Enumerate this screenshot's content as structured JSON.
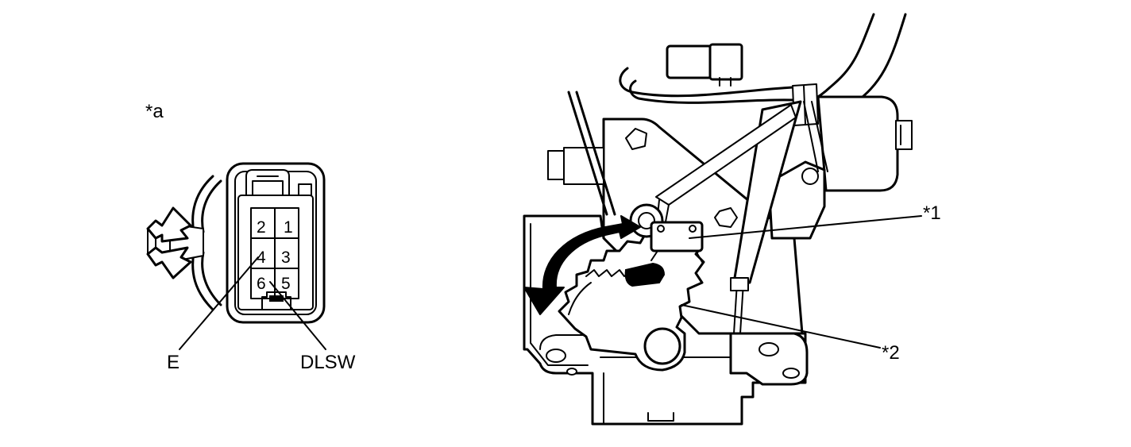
{
  "connector": {
    "view_label": "*a",
    "pins": [
      "1",
      "2",
      "3",
      "4",
      "5",
      "6"
    ],
    "terminals": {
      "e": "E",
      "dlsw": "DLSW"
    }
  },
  "assembly": {
    "callouts": {
      "c1": "*1",
      "c2": "*2"
    }
  }
}
